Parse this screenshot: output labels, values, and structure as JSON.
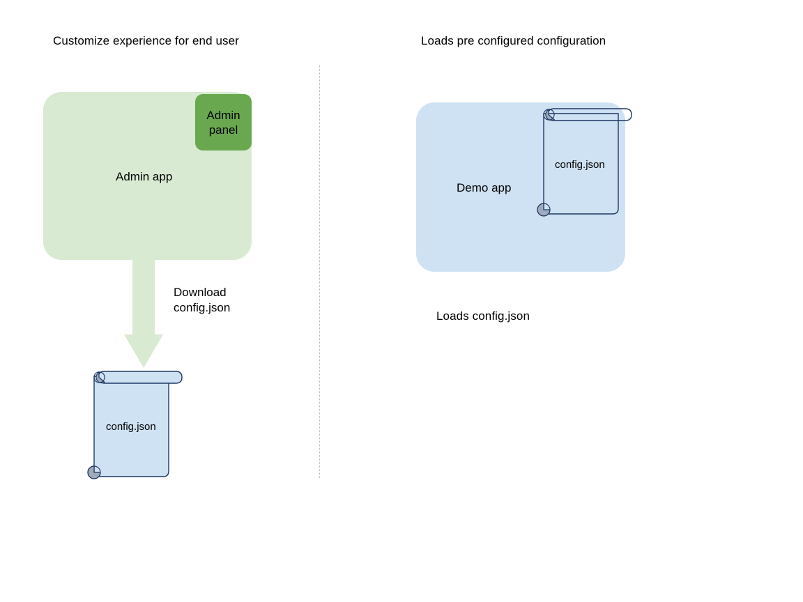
{
  "diagram": {
    "background_color": "#ffffff",
    "divider": {
      "style": "dotted",
      "color": "#b7b7b7"
    },
    "left_column": {
      "caption": "Customize experience for end user",
      "app_box": {
        "label": "Admin app",
        "fill_color": "#d9ead3"
      },
      "panel_chip": {
        "label": "Admin panel",
        "line1": "Admin",
        "line2": "panel",
        "fill_color": "#6aa84f"
      },
      "arrow": {
        "label_line1": "Download",
        "label_line2": "config.json",
        "color": "#d9ead3",
        "direction": "down"
      },
      "document": {
        "label": "config.json",
        "fill_color": "#cfe2f3",
        "stroke_color": "#1f3864",
        "curl_color": "#9fabbc"
      }
    },
    "right_column": {
      "caption": "Loads pre configured configuration",
      "app_box": {
        "label": "Demo app",
        "fill_color": "#cfe2f3"
      },
      "document": {
        "label": "config.json",
        "fill_color": "none",
        "stroke_color": "#1f3864",
        "curl_color": "#9fabbc"
      },
      "footer_caption": "Loads config.json"
    }
  }
}
